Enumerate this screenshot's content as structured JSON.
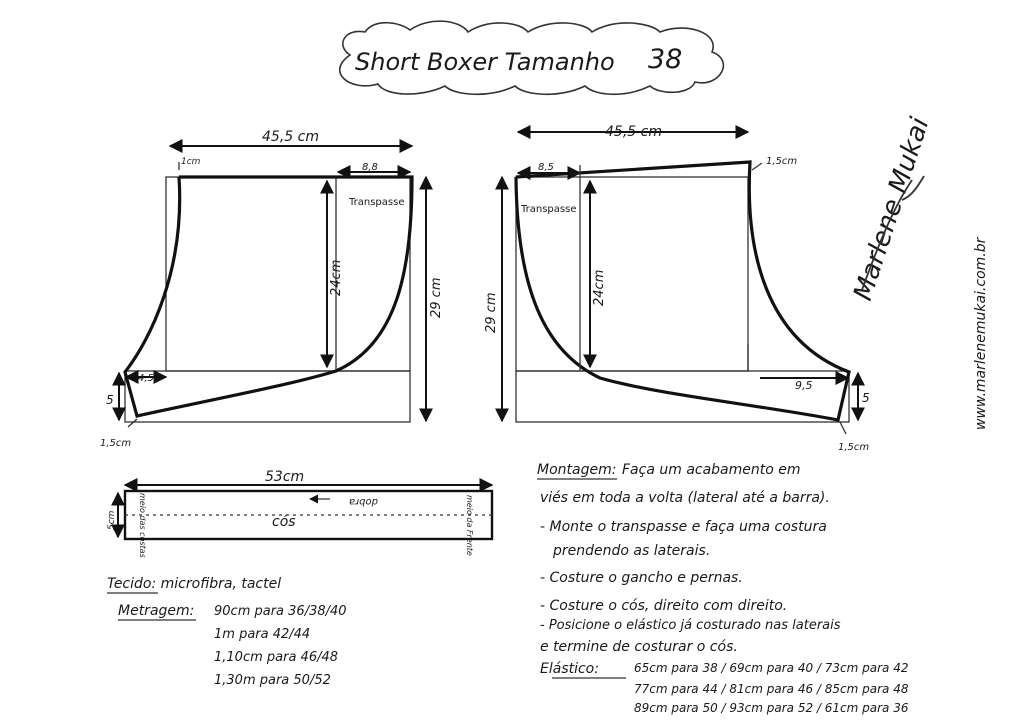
{
  "title": "Short Boxer Tamanho",
  "size": "38",
  "front": {
    "width": "45,5 cm",
    "top_offset": "1cm",
    "overlap_width": "8,8",
    "overlap_label": "Transpasse",
    "inner_height": "24cm",
    "total_height": "29 cm",
    "crotch": "4,5",
    "leg_height": "5",
    "bottom_offset": "1,5cm"
  },
  "back": {
    "width": "45,5 cm",
    "overlap_width": "8,5",
    "top_rise": "1,5cm",
    "overlap_label": "Transpasse",
    "total_height": "29 cm",
    "inner_height": "24cm",
    "crotch": "9,5",
    "leg_height": "5",
    "bottom_offset": "1,5cm"
  },
  "waistband": {
    "length": "53cm",
    "height": "5cm",
    "label": "cós",
    "fold": "dobra",
    "back_center": "meio das costas",
    "front_center": "meio da Frente"
  },
  "fabric": "Tecido: microfibra, tactel",
  "yardage_label": "Metragem:",
  "yardage": [
    "90cm para 36/38/40",
    "1m para 42/44",
    "1,10cm para 46/48",
    "1,30m para 50/52"
  ],
  "assembly_label": "Montagem:",
  "assembly_intro": [
    "Faça um acabamento em",
    "viés em toda a volta (lateral até a barra)."
  ],
  "steps": [
    "- Monte o transpasse e faça uma costura",
    "prendendo as laterais.",
    "- Costure o gancho e pernas.",
    "- Costure o cós, direito com direito.",
    "- Posicione o elástico já costurado nas laterais",
    "e termine de costurar o cós."
  ],
  "elastic_label": "Elástico:",
  "elastic": [
    "65cm para 38 / 69cm para 40 / 73cm para 42",
    "77cm para 44 / 81cm para 46 / 85cm para 48",
    "89cm para 50 / 93cm para 52 / 61cm para 36"
  ],
  "signature": "Marlene Mukai",
  "website": "www.marlenemukai.com.br"
}
